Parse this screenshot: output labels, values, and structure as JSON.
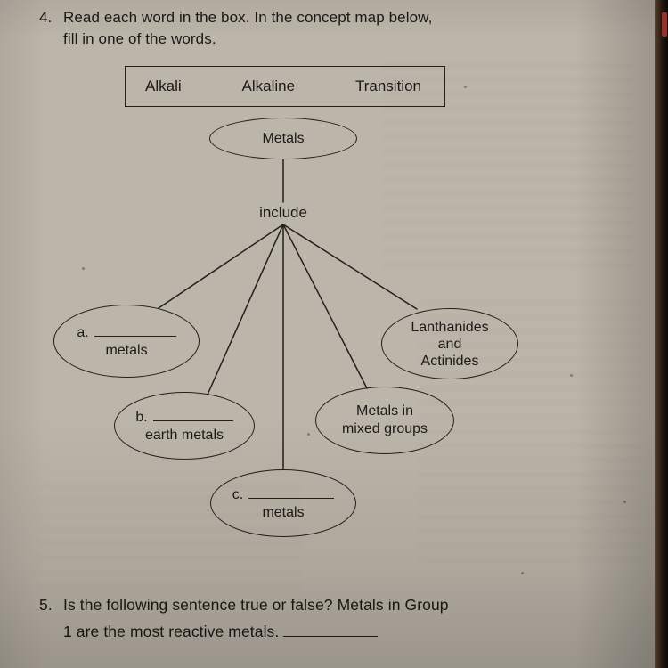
{
  "question4": {
    "number": "4.",
    "line1": "Read each word in the box. In the concept map below,",
    "line2": "fill in one of the words."
  },
  "word_box": {
    "words": [
      "Alkali",
      "Alkaline",
      "Transition"
    ]
  },
  "concept_map": {
    "root_label": "Metals",
    "connector_label": "include",
    "node_a": {
      "prefix": "a.",
      "suffix": "metals"
    },
    "node_b": {
      "prefix": "b.",
      "suffix": "earth metals"
    },
    "node_c": {
      "prefix": "c.",
      "suffix": "metals"
    },
    "node_mixed": {
      "line1": "Metals in",
      "line2": "mixed groups"
    },
    "node_lanthanides": {
      "line1": "Lanthanides",
      "line2": "and",
      "line3": "Actinides"
    }
  },
  "question5": {
    "number": "5.",
    "line1": "Is the following sentence true or false? Metals in Group",
    "line2": "1 are the most reactive metals."
  }
}
